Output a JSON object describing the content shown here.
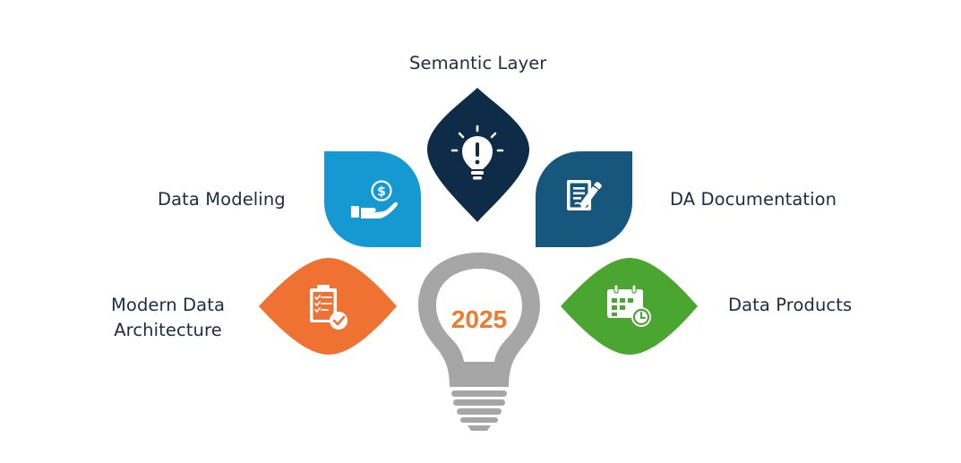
{
  "center": {
    "label": "2025",
    "color": "#f07a32",
    "bulb_color": "#a6a6a6"
  },
  "petals": {
    "semantic_layer": {
      "label": "Semantic Layer",
      "color": "#0e2b47",
      "icon": "lightbulb-exclamation-icon"
    },
    "data_modeling": {
      "label": "Data Modeling",
      "color": "#1699d3",
      "icon": "hand-dollar-icon"
    },
    "da_documentation": {
      "label": "DA Documentation",
      "color": "#17577e",
      "icon": "document-pen-icon"
    },
    "modern_data_architecture": {
      "label_line1": "Modern Data",
      "label_line2": "Architecture",
      "color": "#ef7233",
      "icon": "clipboard-checklist-icon"
    },
    "data_products": {
      "label": "Data Products",
      "color": "#4aa531",
      "icon": "calendar-clock-icon"
    }
  }
}
